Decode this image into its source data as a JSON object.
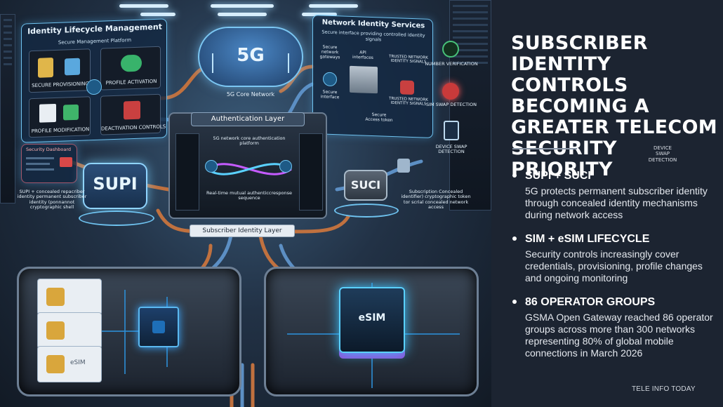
{
  "illustration": {
    "lifecycle_panel": {
      "title": "Identity Lifecycle Management",
      "subtitle": "Secure Management Platform",
      "items": [
        "SECURE PROVISIONING",
        "PROFILE ACTIVATION",
        "PROFILE MODIFICATION",
        "DEACTIVATION CONTROLS"
      ]
    },
    "security_dashboard": "Security Dashboard",
    "core_network": "5G Core Network",
    "cloud_label": "5G",
    "network_panel": {
      "title": "Network Identity Services",
      "subtitle": "Secure interface providing controlled identity signals",
      "gateways": "Secure network gateways",
      "api": "API interfaces",
      "secure_interface": "Secure interface",
      "trusted_1": "TRUSTED NETWORK IDENTITY SIGNALS",
      "trusted_2": "TRUSTED NETWORK IDENTITY SIGNALS",
      "access_token": "Secure Access token"
    },
    "side_checks": [
      "NUMBER VERIFICATION",
      "SIM SWAP DETECTION",
      "DEVICE SWAP DETECTION"
    ],
    "auth_layer": {
      "title": "Authentication Layer",
      "platform": "5G network core authentication platform",
      "sequence": "Real-time mutual authenticcresponse sequence"
    },
    "supi": {
      "label": "SUPI",
      "caption": "SUPI + concealed repacriber identity permanent subscriber identity (ponnannot cryptographic shell"
    },
    "suci": {
      "label": "SUCI",
      "caption": "Subscription Concealed identifier) cryptographic token tor scrial concealed network access"
    },
    "subscriber_layer": "Subscriber Identity Layer",
    "esim_chip": "eSIM",
    "esim_card": "eSIM"
  },
  "article": {
    "headline": "SUBSCRIBER IDENTITY CONTROLS BECOMING A GREATER TELECOM SECURITY PRIORITY",
    "small_label": "DEVICE SWAP DETECTION",
    "bullets": [
      {
        "title": "SUPI + SUCI",
        "body": "5G protects permanent subscriber identity through concealed identity mechanisms during network access"
      },
      {
        "title": "SIM + eSIM LIFECYCLE",
        "body": "Security controls increasingly cover credentials, provisioning, profile changes and ongoing monitoring"
      },
      {
        "title": "86 OPERATOR GROUPS",
        "body": "GSMA Open Gateway reached 86 operator groups across more than 300 networks representing 80% of global mobile connections in March 2026"
      }
    ],
    "credit": "TELE INFO TODAY"
  },
  "colors": {
    "accent": "#6fc3f0",
    "panel_bg": "#1c2431",
    "headline": "#ffffff"
  }
}
